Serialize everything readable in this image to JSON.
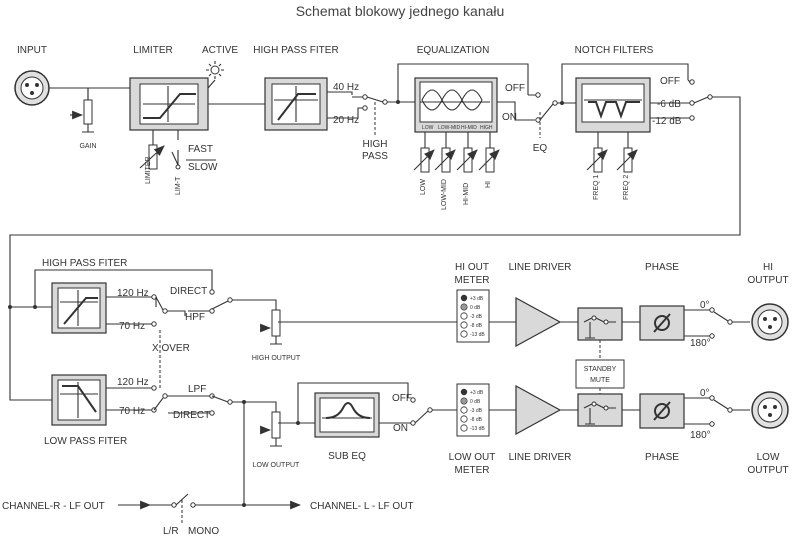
{
  "title": "Schemat blokowy jednego kanału",
  "input": {
    "label": "INPUT",
    "gain": "GAIN"
  },
  "limiter": {
    "label": "LIMITER",
    "active": "ACTIVE",
    "knob": "LIMITER",
    "limt": "LIM-T",
    "fast": "FAST",
    "slow": "SLOW"
  },
  "hpf1": {
    "label": "HIGH PASS FITER",
    "hz40": "40 Hz",
    "hz20": "20 Hz",
    "switch_line1": "HIGH",
    "switch_line2": "PASS"
  },
  "eq": {
    "label": "EQUALIZATION",
    "off": "OFF",
    "on": "ON",
    "eq": "EQ",
    "bands": [
      "LOW",
      "LOW-MID",
      "HI-MID",
      "HIGH"
    ],
    "knobs": [
      "LOW",
      "LOW-MID",
      "HI-MID",
      "HI"
    ]
  },
  "notch": {
    "label": "NOTCH FILTERS",
    "off": "OFF",
    "db6": "-6 dB",
    "db12": "-12 dB",
    "knobs": [
      "FREQ 1",
      "FREQ 2"
    ]
  },
  "xover": {
    "hpf_label": "HIGH PASS FITER",
    "lpf_label": "LOW PASS FITER",
    "hz120_a": "120 Hz",
    "hz70_a": "70 Hz",
    "hz120_b": "120 Hz",
    "hz70_b": "70 Hz",
    "direct_a": "DIRECT",
    "hpf": "HPF",
    "xover": "X OVER",
    "lpf": "LPF",
    "direct_b": "DIRECT"
  },
  "outputs": {
    "high_output": "HIGH OUTPUT",
    "low_output": "LOW OUTPUT",
    "sub_eq": "SUB EQ",
    "sub_off": "OFF",
    "sub_on": "ON",
    "hi_meter_1": "HI OUT",
    "hi_meter_2": "METER",
    "low_meter_1": "LOW OUT",
    "low_meter_2": "METER",
    "meter_scale": [
      "+3 dB",
      "0 dB",
      "-3 dB",
      "-8 dB",
      "-13 dB"
    ],
    "line_driver_hi": "LINE DRIVER",
    "line_driver_lo": "LINE DRIVER",
    "standby_1": "STANDBY",
    "standby_2": "MUTE",
    "phase_hi": "PHASE",
    "phase_lo": "PHASE",
    "deg0_hi": "0°",
    "deg180_hi": "180°",
    "deg0_lo": "0°",
    "deg180_lo": "180°",
    "hi_out_1": "HI",
    "hi_out_2": "OUTPUT",
    "low_out_1": "LOW",
    "low_out_2": "OUTPUT"
  },
  "bottom": {
    "ch_r": "CHANNEL-R - LF OUT",
    "ch_l": "CHANNEL- L - LF OUT",
    "lr": "L/R",
    "mono": "MONO"
  }
}
